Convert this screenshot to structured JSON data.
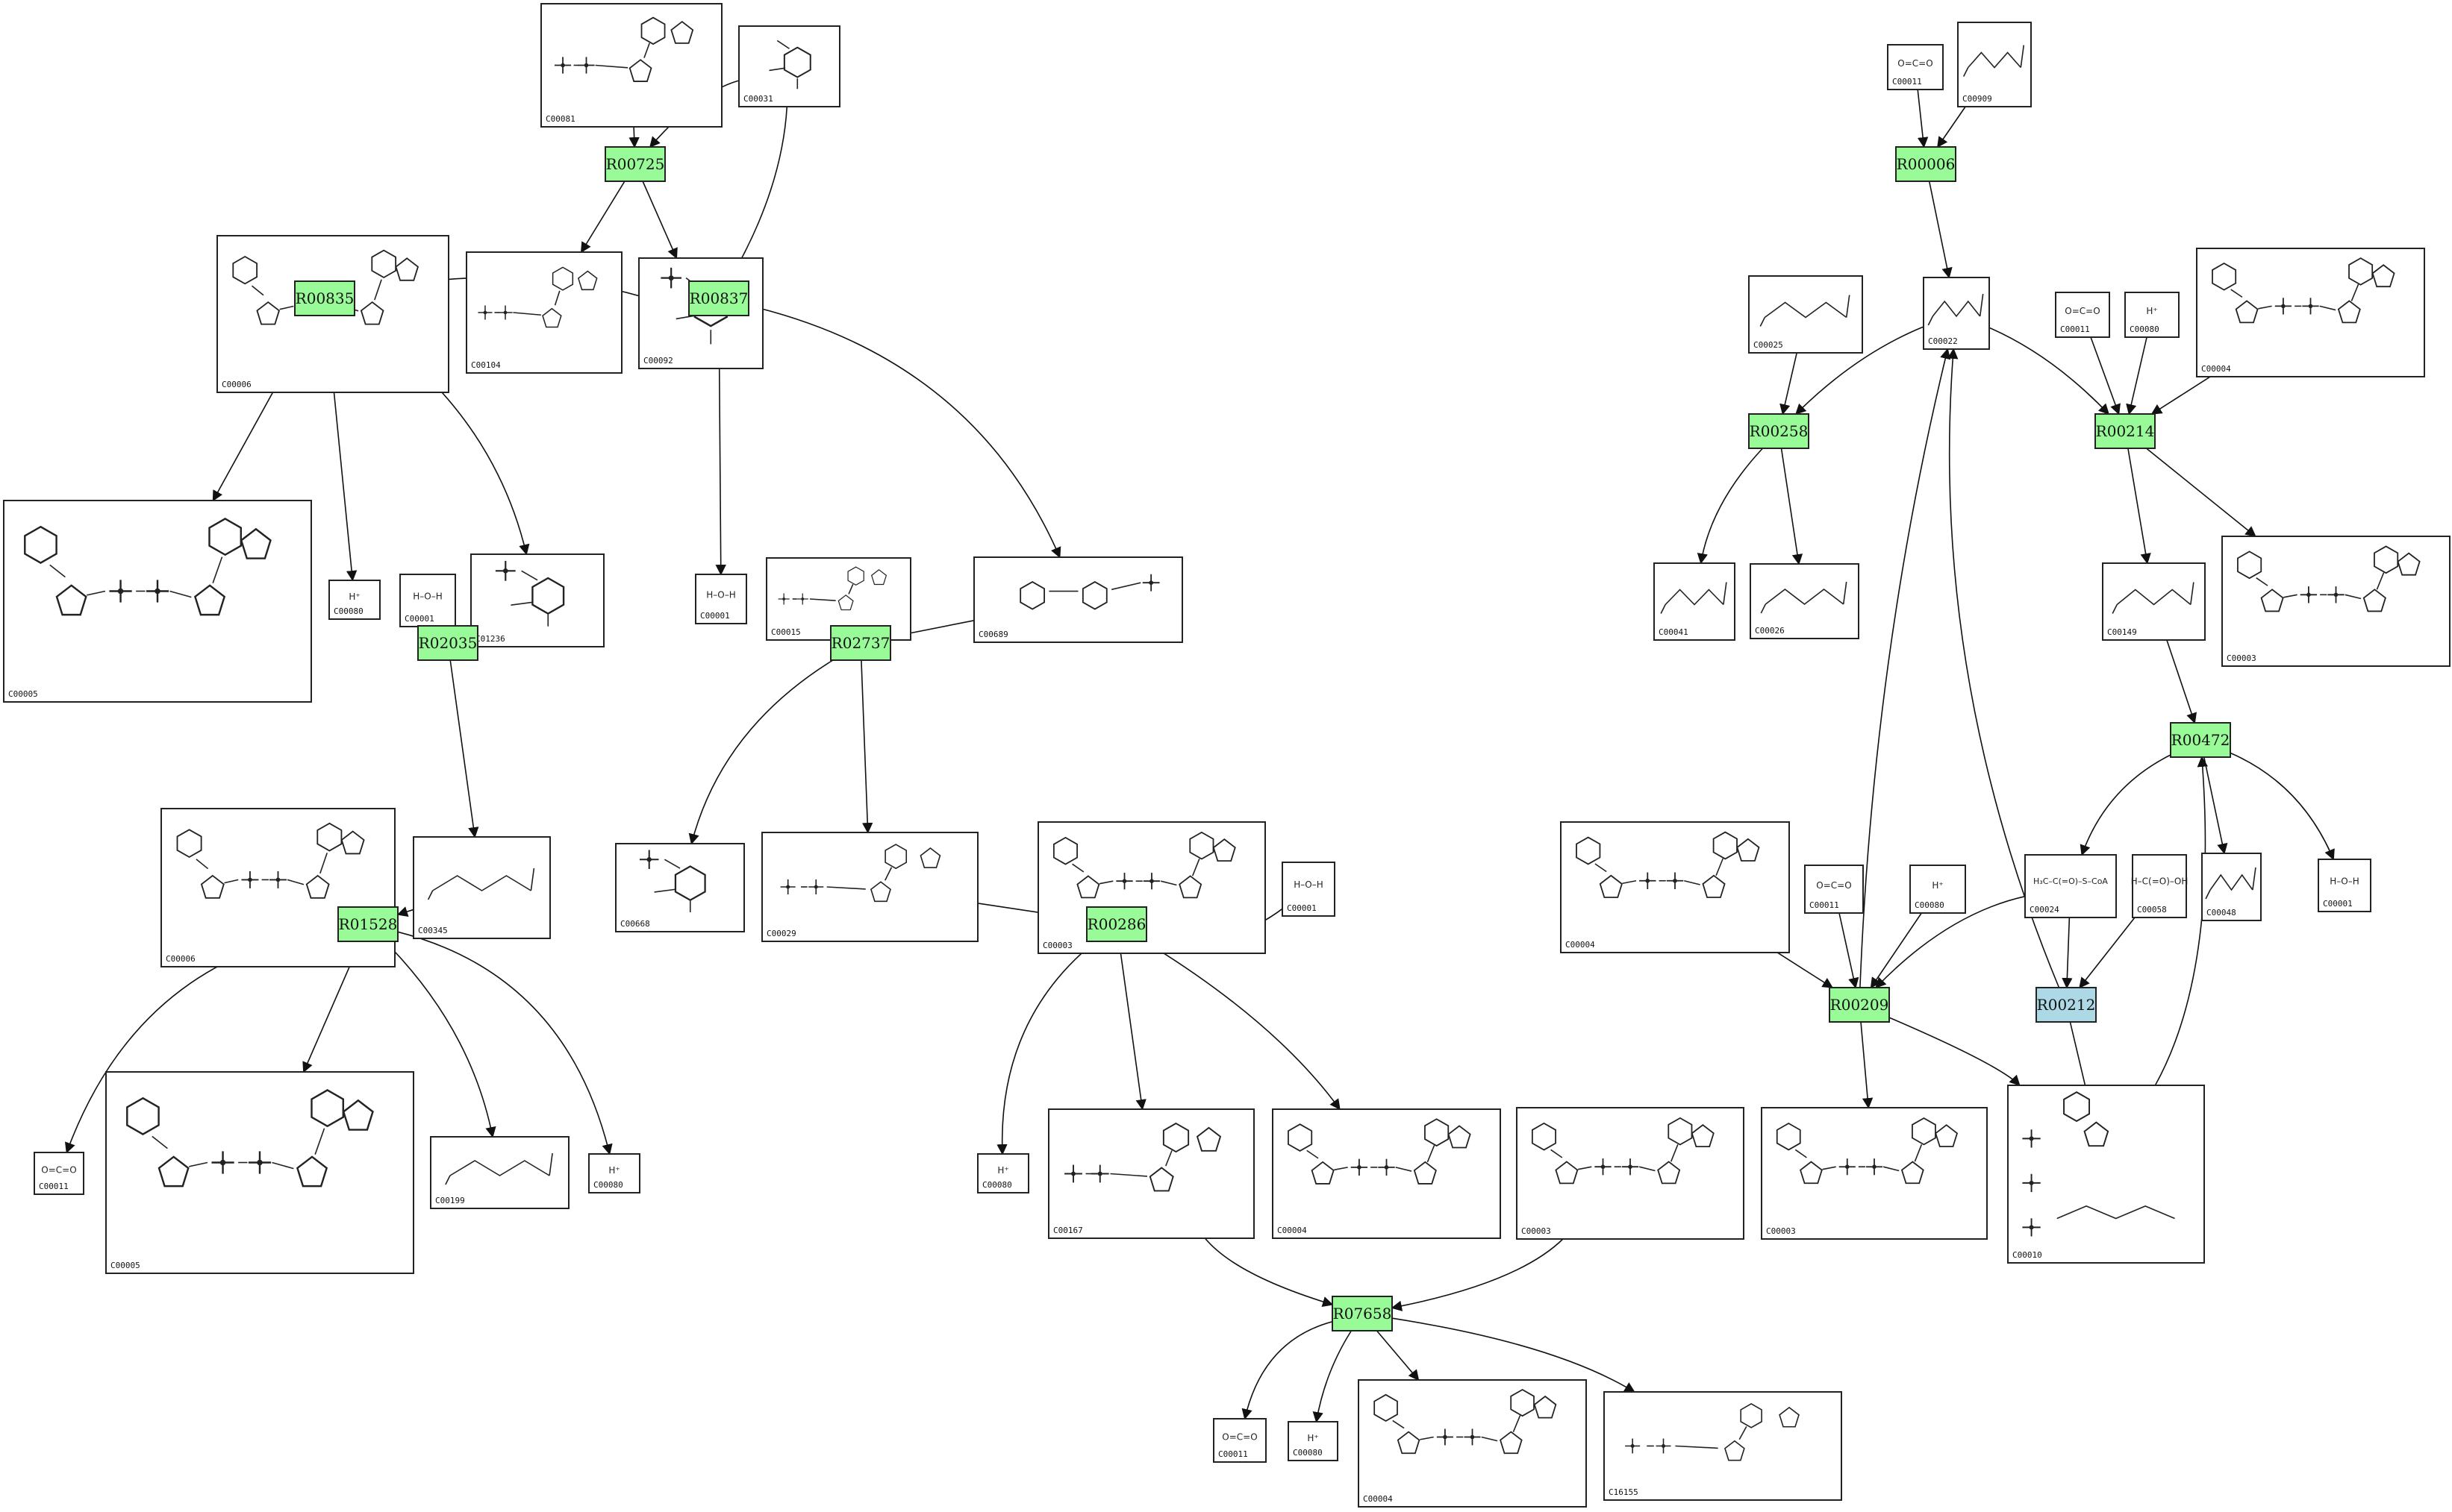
{
  "colors": {
    "reaction_fill": "#98fb98",
    "reaction_fill_highlight": "#add8e6",
    "border": "#222222",
    "edge": "#111111"
  },
  "compounds": [
    {
      "id": "C00081"
    },
    {
      "id": "C00031"
    },
    {
      "id": "C00104"
    },
    {
      "id": "C00092"
    },
    {
      "id": "C00006"
    },
    {
      "id": "C00005"
    },
    {
      "id": "C00080"
    },
    {
      "id": "C00001"
    },
    {
      "id": "C01236"
    },
    {
      "id": "C00015"
    },
    {
      "id": "C00689"
    },
    {
      "id": "C00345"
    },
    {
      "id": "C00668"
    },
    {
      "id": "C00029"
    },
    {
      "id": "C00003"
    },
    {
      "id": "C00011"
    },
    {
      "id": "C00199"
    },
    {
      "id": "C00167"
    },
    {
      "id": "C00004"
    },
    {
      "id": "C16155"
    },
    {
      "id": "C00909"
    },
    {
      "id": "C00022"
    },
    {
      "id": "C00025"
    },
    {
      "id": "C00041"
    },
    {
      "id": "C00026"
    },
    {
      "id": "C00149"
    },
    {
      "id": "C00024"
    },
    {
      "id": "C00058"
    },
    {
      "id": "C00048"
    },
    {
      "id": "C00010"
    }
  ],
  "reactions": [
    {
      "id": "R00725"
    },
    {
      "id": "R00835"
    },
    {
      "id": "R00837"
    },
    {
      "id": "R02035"
    },
    {
      "id": "R02737"
    },
    {
      "id": "R01528"
    },
    {
      "id": "R00286"
    },
    {
      "id": "R07658"
    },
    {
      "id": "R00006"
    },
    {
      "id": "R00258"
    },
    {
      "id": "R00214"
    },
    {
      "id": "R00472"
    },
    {
      "id": "R00209"
    },
    {
      "id": "R00212"
    }
  ],
  "formula_labels": {
    "h_plus": "H⁺",
    "water": "H–O–H",
    "co2": "O=C=O",
    "formate": "H–C(=O)–OH",
    "acetyl_coa": "H₃C–C(=O)–S–CoA"
  }
}
